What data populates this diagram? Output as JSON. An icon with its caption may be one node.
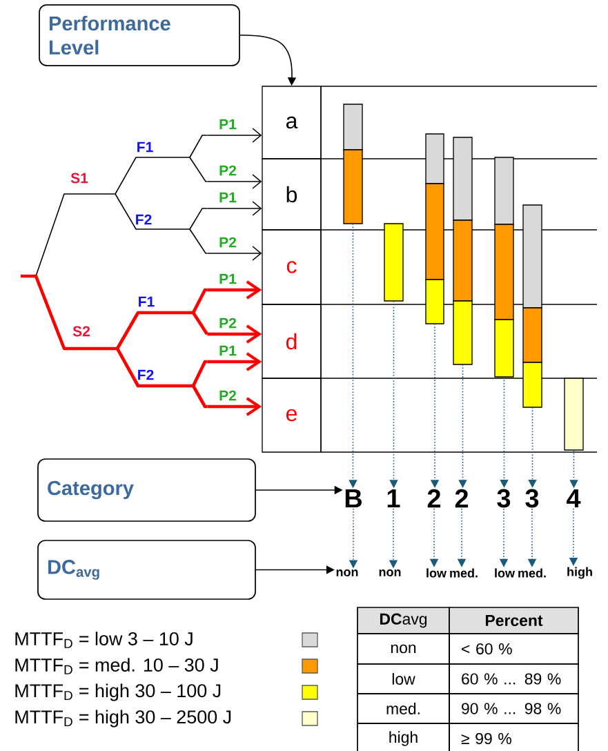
{
  "diagram": {
    "nodes": [
      {
        "text": [
          "Performance Level"
        ]
      },
      {
        "text": [
          "Category"
        ]
      },
      {
        "text": [
          "DC$_{avg}$"
        ]
      },
      {
        "text": [
          "a"
        ]
      },
      {
        "text": [
          "b"
        ]
      },
      {
        "text": [
          "c"
        ]
      },
      {
        "text": [
          "d"
        ]
      },
      {
        "text": [
          "e"
        ]
      },
      {
        "text": [],
        "shape": "bar"
      },
      {
        "text": [],
        "shape": "bar"
      },
      {
        "text": [],
        "shape": "bar"
      },
      {
        "text": [],
        "shape": "bar"
      },
      {
        "text": [],
        "shape": "bar"
      },
      {
        "text": [],
        "shape": "bar"
      },
      {
        "text": [],
        "shape": "bar"
      },
      {
        "text": [
          "B"
        ]
      },
      {
        "text": [
          "1"
        ]
      },
      {
        "text": [
          "2"
        ]
      },
      {
        "text": [
          "2"
        ]
      },
      {
        "text": [
          "3"
        ]
      },
      {
        "text": [
          "3"
        ]
      },
      {
        "text": [
          "4"
        ]
      },
      {
        "text": [
          "non"
        ]
      },
      {
        "text": [
          "non"
        ]
      },
      {
        "text": [
          "low"
        ]
      },
      {
        "text": [
          "med."
        ]
      },
      {
        "text": [
          "low"
        ]
      },
      {
        "text": [
          "med."
        ]
      },
      {
        "text": [
          "high"
        ]
      },
      {
        "text": [],
        "shape": "picture"
      }
    ],
    "edges": [
      {
        "from": 0,
        "to": 3,
        "arrow": "to",
        "color": "#000000"
      },
      {
        "from": 29,
        "to": 3,
        "arrow": "to",
        "label": "P1",
        "color": "#000000"
      },
      {
        "from": 29,
        "to": 4,
        "arrow": "to",
        "label": "P2",
        "color": "#000000"
      },
      {
        "from": 29,
        "to": 4,
        "arrow": "to",
        "label": "P1",
        "color": "#000000"
      },
      {
        "from": 29,
        "to": 5,
        "arrow": "to",
        "label": "P2",
        "color": "#000000"
      },
      {
        "from": 29,
        "to": 5,
        "arrow": "to",
        "label": "P1",
        "style": "thick",
        "color": "#ff0000"
      },
      {
        "from": 29,
        "to": 6,
        "arrow": "to",
        "label": "P2",
        "style": "thick",
        "color": "#ff0000"
      },
      {
        "from": 29,
        "to": 6,
        "arrow": "to",
        "label": "P1",
        "style": "thick",
        "color": "#ff0000"
      },
      {
        "from": 29,
        "to": 7,
        "arrow": "to",
        "label": "P2",
        "style": "thick",
        "color": "#ff0000"
      },
      {
        "from": 1,
        "to": 15,
        "arrow": "to",
        "color": "#000000"
      },
      {
        "from": 2,
        "to": 22,
        "arrow": "to",
        "color": "#000000"
      },
      {
        "from": 8,
        "to": 15,
        "arrow": "to",
        "style": "dashed",
        "color": "#1a5a7a"
      },
      {
        "from": 9,
        "to": 16,
        "arrow": "to",
        "style": "dashed",
        "color": "#1a5a7a"
      },
      {
        "from": 10,
        "to": 17,
        "arrow": "to",
        "style": "dashed",
        "color": "#1a5a7a"
      },
      {
        "from": 11,
        "to": 18,
        "arrow": "to",
        "style": "dashed",
        "color": "#1a5a7a"
      },
      {
        "from": 12,
        "to": 19,
        "arrow": "to",
        "style": "dashed",
        "color": "#1a5a7a"
      },
      {
        "from": 13,
        "to": 20,
        "arrow": "to",
        "style": "dashed",
        "color": "#1a5a7a"
      },
      {
        "from": 14,
        "to": 21,
        "arrow": "to",
        "style": "dashed",
        "color": "#1a5a7a"
      },
      {
        "from": 15,
        "to": 22,
        "arrow": "to",
        "style": "dashed",
        "color": "#1a5a7a"
      },
      {
        "from": 16,
        "to": 23,
        "arrow": "to",
        "style": "dashed",
        "color": "#1a5a7a"
      },
      {
        "from": 17,
        "to": 24,
        "arrow": "to",
        "style": "dashed",
        "color": "#1a5a7a"
      },
      {
        "from": 18,
        "to": 25,
        "arrow": "to",
        "style": "dashed",
        "color": "#1a5a7a"
      },
      {
        "from": 19,
        "to": 26,
        "arrow": "to",
        "style": "dashed",
        "color": "#1a5a7a"
      },
      {
        "from": 20,
        "to": 27,
        "arrow": "to",
        "style": "dashed",
        "color": "#1a5a7a"
      },
      {
        "from": 21,
        "to": 28,
        "arrow": "to",
        "style": "dashed",
        "color": "#1a5a7a"
      }
    ],
    "labels": [
      "F1",
      "S1",
      "F2",
      "F1",
      "S2",
      "F2",
      "**DC**avg",
      "Percent",
      "non",
      "< 60 %",
      "low",
      "60 % ... 89 %",
      "med.",
      "90 % ... 98 %",
      "high",
      "≥ 99 %"
    ],
    "legend": [
      {
        "text": "MTTF$_{D}$ = low 3 – 10 J",
        "color": "#d9d9d9"
      },
      {
        "text": "MTTF$_{D}$ = med. 10 – 30 J",
        "color": "#ff9900"
      },
      {
        "text": "MTTF$_{D}$ = high 30 – 100 J",
        "color": "#ffff00"
      },
      {
        "text": "MTTF$_{D}$ = high 30 – 2500 J",
        "color": "#ffffcc"
      }
    ]
  }
}
